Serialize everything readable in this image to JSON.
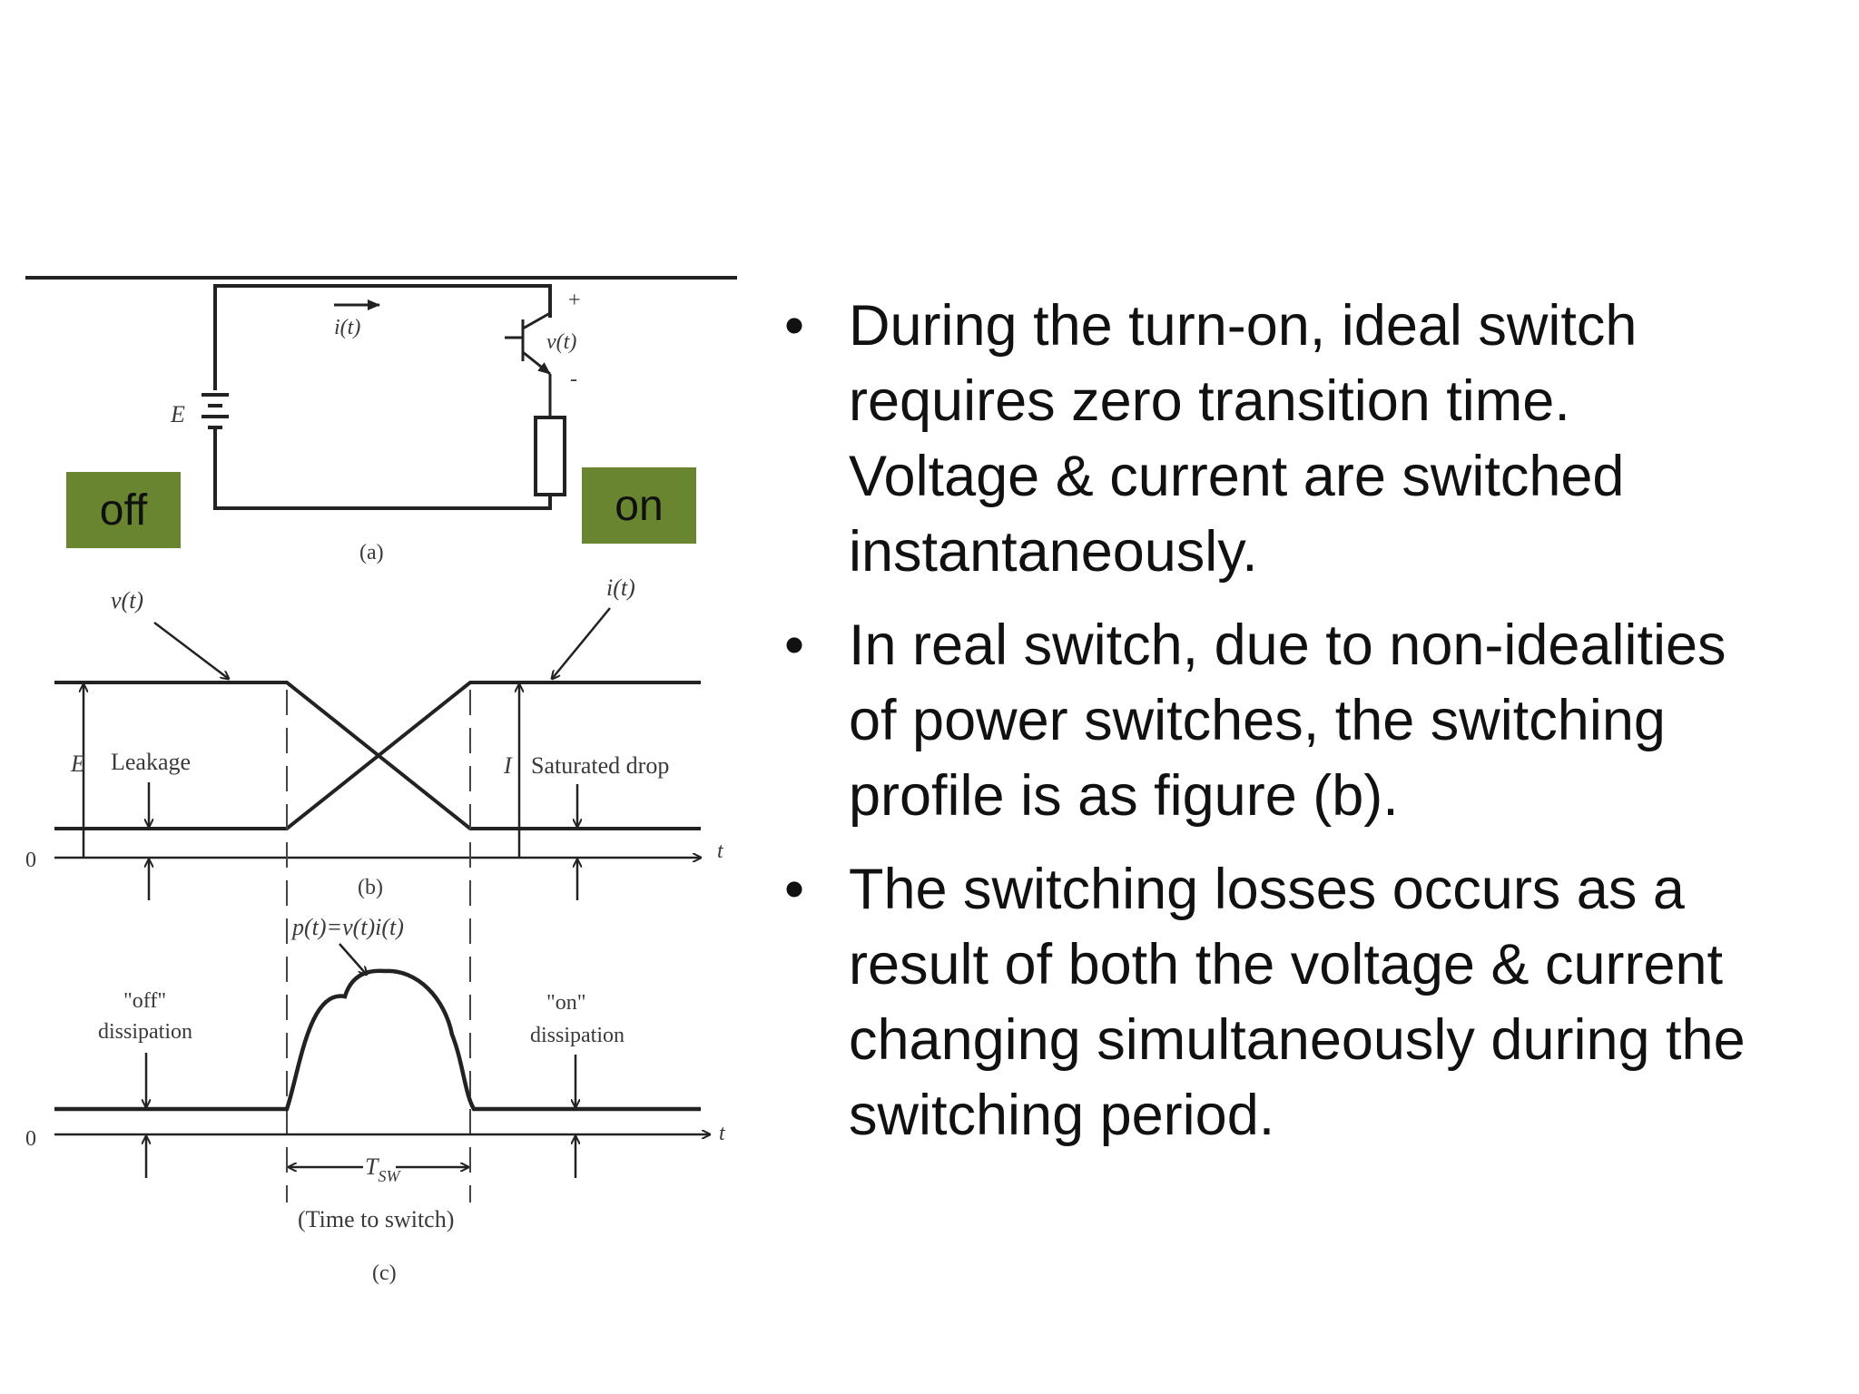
{
  "badges": {
    "off": "off",
    "on": "on"
  },
  "circuit": {
    "current_label": "i(t)",
    "voltage_label": "v(t)",
    "source_label": "E",
    "plus": "+",
    "minus": "-",
    "caption": "(a)"
  },
  "waveforms": {
    "v_label": "v(t)",
    "i_label": "i(t)",
    "e_label": "E",
    "leakage": "Leakage",
    "i_level": "I",
    "saturated_drop": "Saturated drop",
    "zero": "0",
    "t": "t",
    "caption": "(b)"
  },
  "power": {
    "formula": "p(t)=v(t)i(t)",
    "off_line1": "\"off\"",
    "off_line2": "dissipation",
    "on_line1": "\"on\"",
    "on_line2": "dissipation",
    "zero": "0",
    "t": "t",
    "tsw": "T",
    "tsw_sub": "SW",
    "time_to_switch": "(Time to switch)",
    "caption": "(c)"
  },
  "bullets": [
    {
      "symbol": "•",
      "lines": [
        "During the turn-on, ideal switch",
        "requires zero transition time.",
        "Voltage & current are switched",
        "instantaneously."
      ]
    },
    {
      "symbol": "•",
      "lines": [
        "In real switch, due to non-idealities",
        "of power switches, the switching",
        "profile is as figure (b)."
      ]
    },
    {
      "symbol": "•",
      "lines": [
        "The switching losses occurs as a",
        "result of both the voltage & current",
        "changing simultaneously during the",
        "switching period."
      ]
    }
  ],
  "colors": {
    "badge": "#6a8530",
    "line": "#222222",
    "text": "#111111"
  }
}
